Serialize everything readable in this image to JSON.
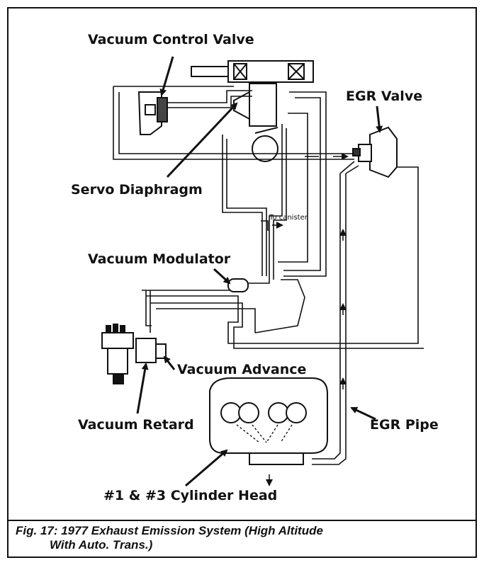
{
  "labels": {
    "vacuum_control_valve": "Vacuum Control Valve",
    "egr_valve": "EGR Valve",
    "servo_diaphragm": "Servo Diaphragm",
    "to_canister": "To canister",
    "vacuum_modulator": "Vacuum Modulator",
    "vacuum_advance": "Vacuum Advance",
    "vacuum_retard": "Vacuum Retard",
    "egr_pipe": "EGR Pipe",
    "cylinder_head": "#1 & #3 Cylinder Head"
  },
  "caption": {
    "line1": "Fig. 17:  1977 Exhaust Emission System (High Altitude",
    "line2": "With Auto. Trans.)"
  }
}
